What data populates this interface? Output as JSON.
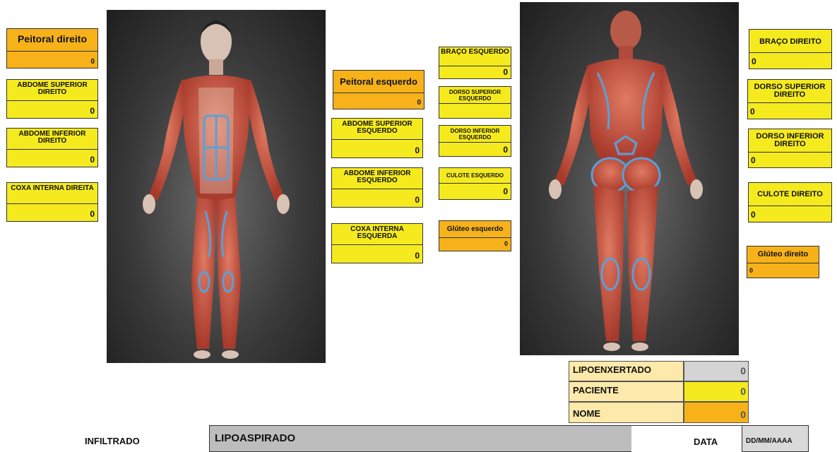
{
  "front_boxes": {
    "peitoral_direito": {
      "label": "Peitoral direito",
      "value": "0"
    },
    "abdome_superior_direito": {
      "label": "ABDOME SUPERIOR DIREITO",
      "value": "0"
    },
    "abdome_inferior_direito": {
      "label": "ABDOME INFERIOR DIREITO",
      "value": "0"
    },
    "coxa_interna_direita": {
      "label": "COXA INTERNA DIREITA",
      "value": "0"
    },
    "peitoral_esquerdo": {
      "label": "Peitoral esquerdo",
      "value": "0"
    },
    "abdome_superior_esquerdo": {
      "label": "ABDOME SUPERIOR ESQUERDO",
      "value": "0"
    },
    "abdome_inferior_esquerdo": {
      "label": "ABDOME INFERIOR ESQUERDO",
      "value": "0"
    },
    "coxa_interna_esquerda": {
      "label": "COXA INTERNA ESQUERDA",
      "value": "0"
    }
  },
  "back_boxes": {
    "braco_esquerdo": {
      "label": "BRAÇO ESQUERDO",
      "value": "0"
    },
    "dorso_superior_esquerdo": {
      "label": "DORSO SUPERIOR ESQUERDO",
      "value": ""
    },
    "dorso_inferior_esquerdo": {
      "label": "DORSO INFERIOR ESQUERDO",
      "value": "0"
    },
    "culote_esquerdo": {
      "label": "CULOTE ESQUERDO",
      "value": "0"
    },
    "gluteo_esquerdo": {
      "label": "Glúteo esquerdo",
      "value": "0"
    },
    "braco_direito": {
      "label": "BRAÇO DIREITO",
      "value": "0"
    },
    "dorso_superior_direito": {
      "label": "DORSO SUPERIOR DIREITO",
      "value": "0"
    },
    "dorso_inferior_direito": {
      "label": "DORSO INFERIOR DIREITO",
      "value": "0"
    },
    "culote_direito": {
      "label": "CULOTE DIREITO",
      "value": "0"
    },
    "gluteo_direito": {
      "label": "Glúteo direito",
      "value": "0"
    }
  },
  "summary": [
    {
      "label": "LIPOENXERTADO",
      "value": "0",
      "color": "#d4d4d4"
    },
    {
      "label": "PACIENTE",
      "value": "0",
      "color": "#f5ea1e"
    },
    {
      "label": "NOME",
      "value": "0",
      "color": "#f7b21a"
    }
  ],
  "bottom": {
    "infiltrado": "INFILTRADO",
    "lipoaspirado": "LIPOASPIRADO",
    "data_label": "DATA",
    "date_value": "DD/MM/AAAA"
  },
  "colors": {
    "yellow": "#f5ea1e",
    "orange": "#f7b21a",
    "grey": "#bdbdbd",
    "muscle": "#c8503c",
    "outline": "#5aa0d8"
  }
}
